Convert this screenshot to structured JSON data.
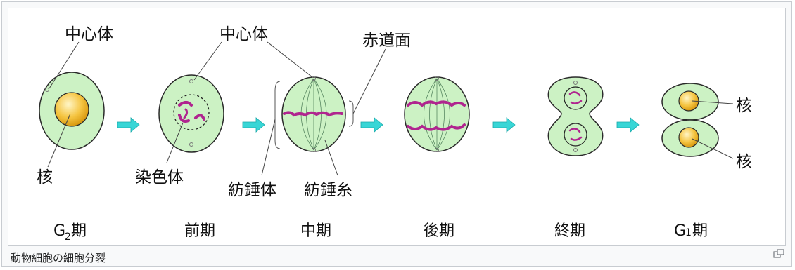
{
  "labels": {
    "centrosome_1": "中心体",
    "centrosome_2": "中心体",
    "nucleus_1": "核",
    "chromosome": "染色体",
    "spindle_body": "紡錘体",
    "spindle_fiber": "紡錘糸",
    "equatorial_plane": "赤道面",
    "nucleus_2": "核",
    "nucleus_3": "核"
  },
  "stages": {
    "g2": "G",
    "g2_sub": "2",
    "g2_suffix": "期",
    "prophase": "前期",
    "metaphase": "中期",
    "anaphase": "後期",
    "telophase": "終期",
    "g1": "G",
    "g1_sub": "1",
    "g1_suffix": "期"
  },
  "caption": "動物細胞の細胞分裂",
  "icons": {
    "enlarge": "enlarge-icon",
    "arrow": "right-arrow-icon"
  },
  "colors": {
    "cell_fill": "#ccf2c4",
    "nucleus": "#f5c542",
    "chromosome": "#b0258f",
    "arrow": "#38d6d6",
    "outline": "#2a2a2a"
  }
}
